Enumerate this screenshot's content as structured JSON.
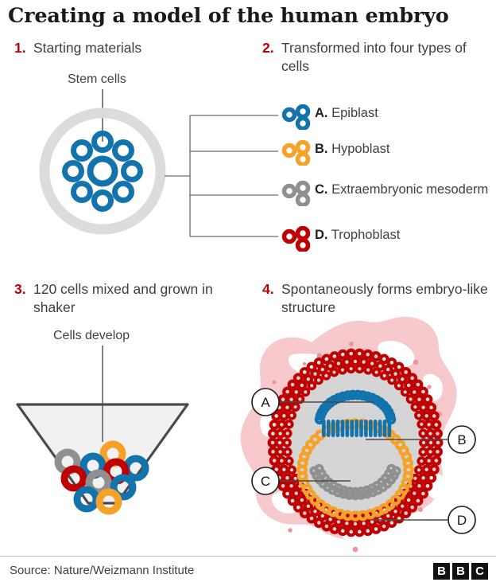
{
  "title": "Creating a model of the human embryo",
  "steps": [
    {
      "num": "1.",
      "text": "Starting materials"
    },
    {
      "num": "2.",
      "text": "Transformed into four types of cells"
    },
    {
      "num": "3.",
      "text": "120 cells mixed and grown in shaker"
    },
    {
      "num": "4.",
      "text": "Spontaneously forms embryo-like structure"
    }
  ],
  "labels": {
    "stem_cells": "Stem cells",
    "cells_develop": "Cells develop"
  },
  "legend": [
    {
      "key": "A.",
      "label": "Epiblast",
      "color": "#1273ad"
    },
    {
      "key": "B.",
      "label": "Hypoblast",
      "color": "#f6a128"
    },
    {
      "key": "C.",
      "label": "Extraembryonic mesoderm",
      "color": "#909090"
    },
    {
      "key": "D.",
      "label": "Trophoblast",
      "color": "#c00000"
    }
  ],
  "callouts": [
    {
      "id": "A",
      "target": "epiblast"
    },
    {
      "id": "B",
      "target": "hypoblast"
    },
    {
      "id": "C",
      "target": "extraembryonic-mesoderm"
    },
    {
      "id": "D",
      "target": "trophoblast"
    }
  ],
  "footer": {
    "source": "Source: Nature/Weizmann Institute",
    "logo": [
      "B",
      "B",
      "C"
    ]
  },
  "colors": {
    "epiblast": "#1273ad",
    "hypoblast": "#f6a128",
    "mesoderm": "#909090",
    "trophoblast": "#c00000",
    "accent_red": "#b80000",
    "text": "#3f3f42",
    "light_grey": "#dcdcdc",
    "pink": "#f7c9cc",
    "pink_dot": "#e8969c"
  },
  "chart_data": {
    "type": "diagram",
    "title": "Creating a model of the human embryo",
    "panels": [
      {
        "step": 1,
        "heading": "Starting materials",
        "annotation": "Stem cells",
        "shape": "outer ring with 8 small stem cells around 1 larger central stem cell",
        "cell_count_visible": 9,
        "cell_color": "#1273ad"
      },
      {
        "step": 2,
        "heading": "Transformed into four types of cells",
        "bracket_branches": 4,
        "items": [
          "A. Epiblast",
          "B. Hypoblast",
          "C. Extraembryonic mesoderm",
          "D. Trophoblast"
        ]
      },
      {
        "step": 3,
        "heading": "120 cells mixed and grown in shaker",
        "annotation": "Cells develop",
        "vessel": "funnel / conical flask",
        "cell_count_visible": 12,
        "cell_mix": [
          "blue",
          "red",
          "grey",
          "orange"
        ]
      },
      {
        "step": 4,
        "heading": "Spontaneously forms embryo-like structure",
        "layers": [
          {
            "callout": "A",
            "name": "Epiblast",
            "color": "#1273ad"
          },
          {
            "callout": "B",
            "name": "Hypoblast",
            "color": "#f6a128"
          },
          {
            "callout": "C",
            "name": "Extraembryonic mesoderm",
            "color": "#909090"
          },
          {
            "callout": "D",
            "name": "Trophoblast",
            "color": "#c00000"
          }
        ]
      }
    ]
  }
}
